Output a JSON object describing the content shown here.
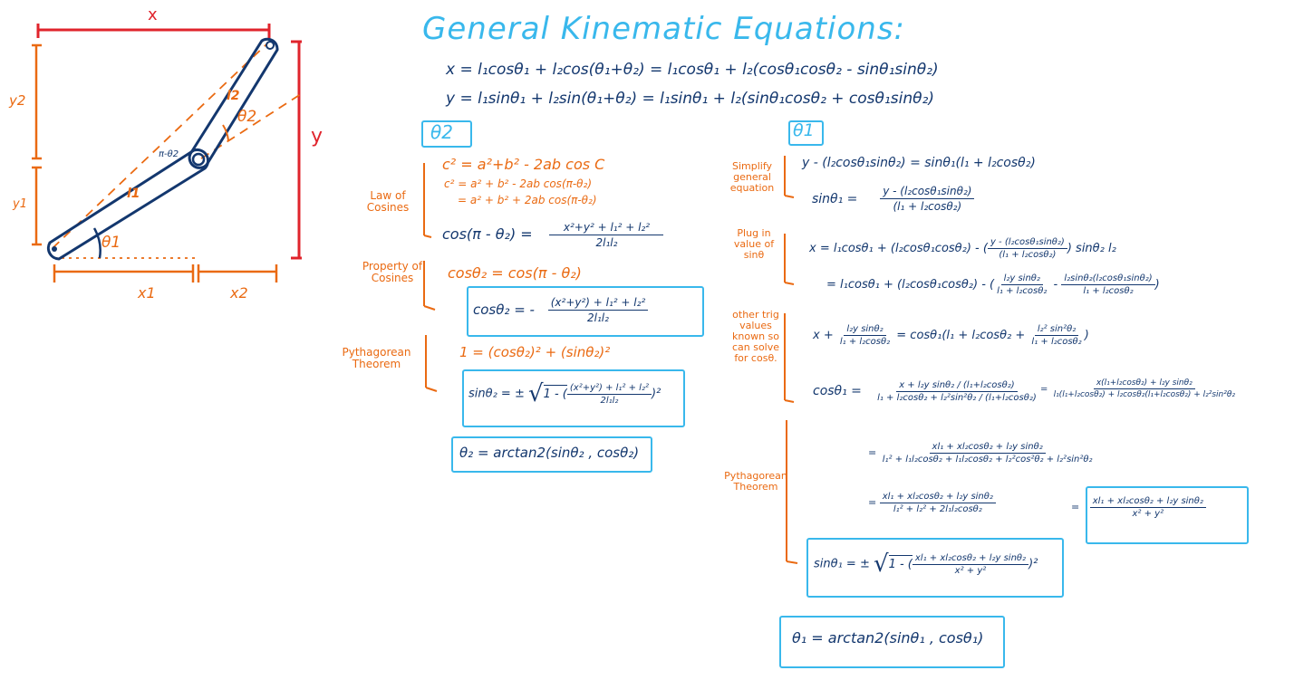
{
  "colors": {
    "navy": "#13376e",
    "orange": "#ea6a12",
    "cyan": "#39b8ec",
    "red": "#e0242c"
  },
  "diagram": {
    "x_label": "x",
    "y_label": "y",
    "y1_label": "y1",
    "y2_label": "y2",
    "x1_label": "x1",
    "x2_label": "x2",
    "l1_label": "l1",
    "l2_label": "l2",
    "theta1_label": "θ1",
    "theta2_label": "θ2",
    "pi_minus_theta2_label": "π-θ2"
  },
  "title": "General Kinematic Equations:",
  "general": {
    "eq_x": "x = l₁cosθ₁ + l₂cos(θ₁+θ₂) = l₁cosθ₁ + l₂(cosθ₁cosθ₂ - sinθ₁sinθ₂)",
    "eq_y": "y = l₁sinθ₁ + l₂sin(θ₁+θ₂) = l₁sinθ₁ + l₂(sinθ₁cosθ₂ + cosθ₁sinθ₂)"
  },
  "theta2": {
    "header": "θ2",
    "law_of_cosines_label": "Law of Cosines",
    "loc_line1": "c² = a²+b² - 2ab cos C",
    "loc_line2": "c² = a² + b² - 2ab cos(π-θ₂)",
    "loc_line3": "= a² + b² + 2ab cos(π-θ₂)",
    "loc_result_lhs": "cos(π - θ₂) =",
    "loc_result_num": "x²+y² + l₁² + l₂²",
    "loc_result_den": "2l₁l₂",
    "property_label": "Property of Cosines",
    "property_eq": "cosθ₂ = cos(π - θ₂)",
    "cos_box_lhs": "cosθ₂ = -",
    "cos_box_num": "(x²+y²) + l₁² + l₂²",
    "cos_box_den": "2l₁l₂",
    "pythag_label": "Pythagorean Theorem",
    "pythag_eq": "1 = (cosθ₂)² + (sinθ₂)²",
    "sin_box_lhs": "sinθ₂ = ±",
    "sin_box_inner": "1 - (",
    "sin_box_num": "(x²+y²) + l₁² + l₂²",
    "sin_box_den": "2l₁l₂",
    "sin_box_close": ")²",
    "atan_box": "θ₂ = arctan2(sinθ₂ , cosθ₂)"
  },
  "theta1": {
    "header": "θ1",
    "simplify_label": "Simplify general equation",
    "simplify_eq": "y - (l₂cosθ₁sinθ₂) = sinθ₁(l₁ + l₂cosθ₂)",
    "sin_lhs": "sinθ₁ =",
    "sin_num": "y - (l₂cosθ₁sinθ₂)",
    "sin_den": "(l₁ + l₂cosθ₂)",
    "plug_label": "Plug in value of sinθ",
    "plug_eq1_lhs": "x = l₁cosθ₁ + (l₂cosθ₁cosθ₂) - (",
    "plug_eq1_num": "y - (l₂cosθ₁sinθ₂)",
    "plug_eq1_den": "(l₁ + l₂cosθ₂)",
    "plug_eq1_rhs": ") sinθ₂ l₂",
    "plug_eq2_lhs": "= l₁cosθ₁ + (l₂cosθ₁cosθ₂) - (",
    "plug_eq2_num_a": "l₂y sinθ₂",
    "plug_eq2_den_a": "l₁ + l₂cosθ₂",
    "plug_eq2_minus": "-",
    "plug_eq2_num_b": "l₂sinθ₂(l₂cosθ₁sinθ₂)",
    "plug_eq2_den_b": "l₁ + l₂cosθ₂",
    "plug_eq2_close": ")",
    "other_label": "other trig values known so can solve for cosθ.",
    "other_eq_lhs": "x +",
    "other_eq_num": "l₂y sinθ₂",
    "other_eq_den": "l₁ + l₂cosθ₂",
    "other_eq_mid": "= cosθ₁(l₁ + l₂cosθ₂ +",
    "other_eq_num2": "l₂² sin²θ₂",
    "other_eq_den2": "l₁ + l₂cosθ₂",
    "other_eq_close": ")",
    "cos_lhs": "cosθ₁ =",
    "cos_num": "x + l₂y sinθ₂ / (l₁+l₂cosθ₂)",
    "cos_den": "l₁ + l₂cosθ₂ + l₂²sin²θ₂ / (l₁+l₂cosθ₂)",
    "cos_eq2_num": "x(l₁+l₂cosθ₂) + l₂y sinθ₂",
    "cos_eq2_den": "l₁(l₁+l₂cosθ₂) + l₂cosθ₂(l₁+l₂cosθ₂) + l₂²sin²θ₂",
    "pythag_label": "Pythagorean Theorem",
    "cos_eq3_num": "xl₁ + xl₂cosθ₂ + l₂y sinθ₂",
    "cos_eq3_den": "l₁² + l₁l₂cosθ₂ + l₁l₂cosθ₂ + l₂²cos²θ₂ + l₂²sin²θ₂",
    "cos_eq4_num": "xl₁ + xl₂cosθ₂ + l₂y sinθ₂",
    "cos_eq4_den": "l₁² + l₂² + 2l₁l₂cosθ₂",
    "cos_box_num": "xl₁ + xl₂cosθ₂ + l₂y sinθ₂",
    "cos_box_den": "x² + y²",
    "sin_box_lhs": "sinθ₁ = ±",
    "sin_box_inner": "1 - (",
    "sin_box_num": "xl₁ + xl₂cosθ₂ + l₂y sinθ₂",
    "sin_box_den": "x² + y²",
    "sin_box_close": ")²",
    "atan_box": "θ₁ = arctan2(sinθ₁ , cosθ₁)"
  }
}
